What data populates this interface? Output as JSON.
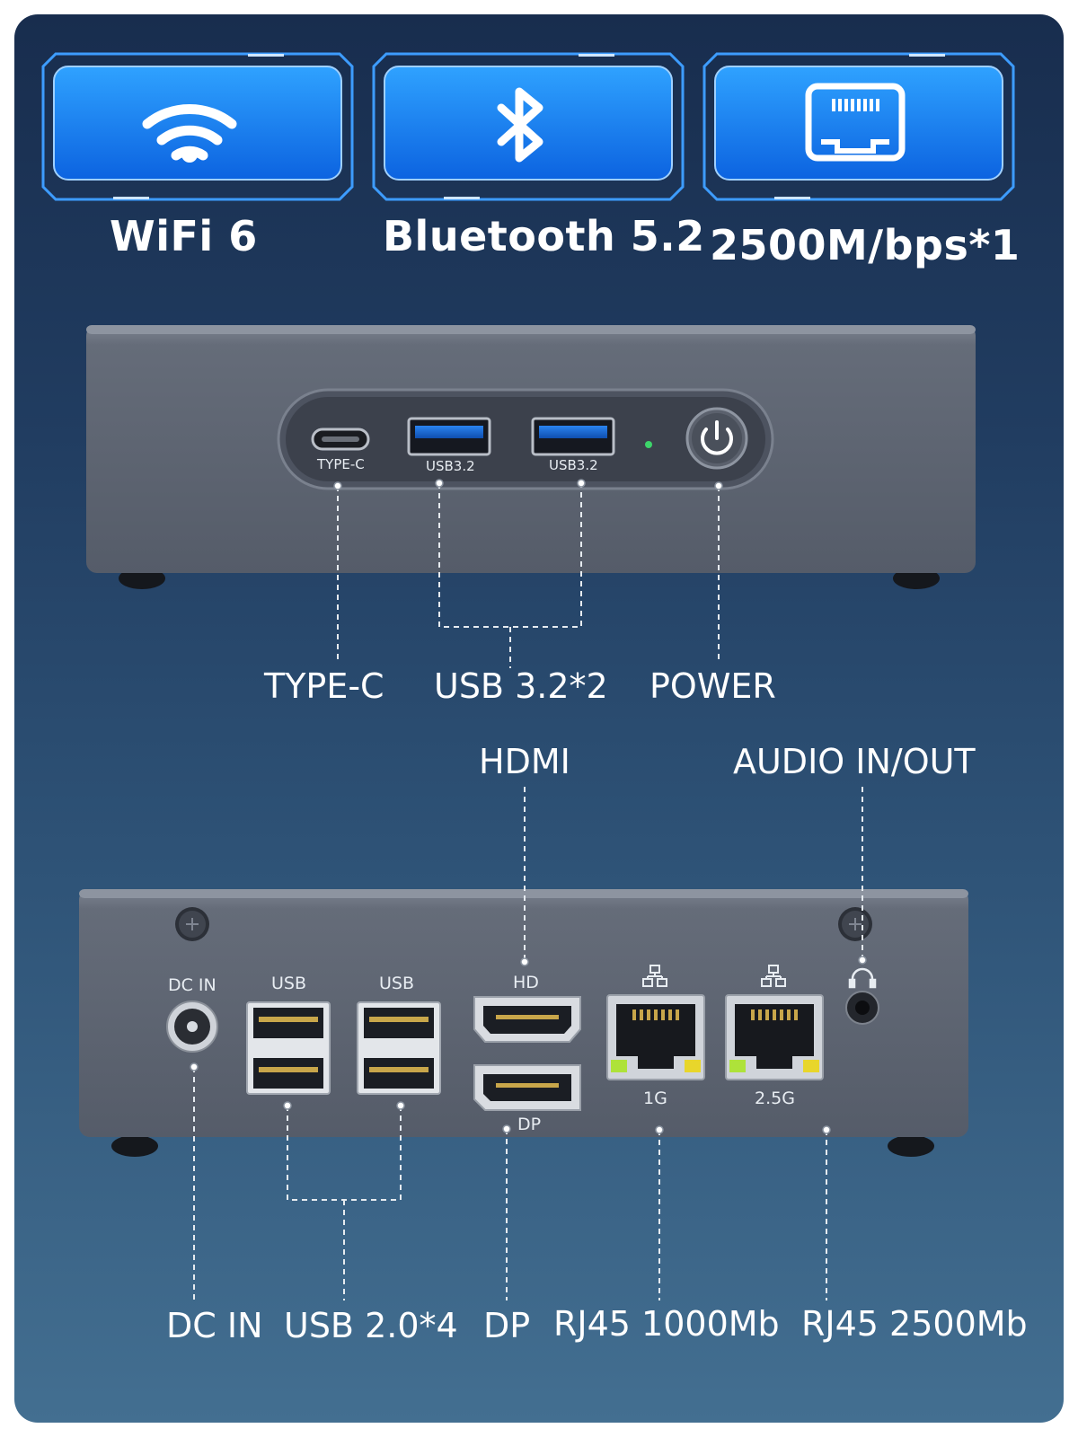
{
  "features": [
    {
      "label": "WiFi 6",
      "icon": "wifi-icon"
    },
    {
      "label": "Bluetooth 5.2",
      "icon": "bluetooth-icon"
    },
    {
      "label": "2500M/bps*1",
      "icon": "ethernet-port-icon"
    }
  ],
  "front_panel": {
    "port_labels": {
      "type_c": "TYPE-C",
      "usb_a": "USB3.2",
      "usb_b": "USB3.2"
    },
    "callouts": {
      "type_c": "TYPE-C",
      "usb": "USB 3.2*2",
      "power": "POWER"
    }
  },
  "rear_panel": {
    "port_labels": {
      "dc_in": "DC IN",
      "usb_a": "USB",
      "usb_b": "USB",
      "hdmi": "HD",
      "dp": "DP",
      "lan1": "1G",
      "lan2": "2.5G"
    },
    "top_callouts": {
      "hdmi": "HDMI",
      "audio": "AUDIO IN/OUT"
    },
    "bottom_callouts": {
      "dc_in": "DC IN",
      "usb": "USB 2.0*4",
      "dp": "DP",
      "rj45_1g": "RJ45 1000Mb",
      "rj45_2_5g": "RJ45 2500Mb"
    }
  },
  "colors": {
    "panel_top": "#182d4e",
    "panel_bottom": "#436f91",
    "feature_blue": "#1a8cff",
    "device_gray": "#646b78",
    "usb3_blue": "#1c6fd8"
  }
}
